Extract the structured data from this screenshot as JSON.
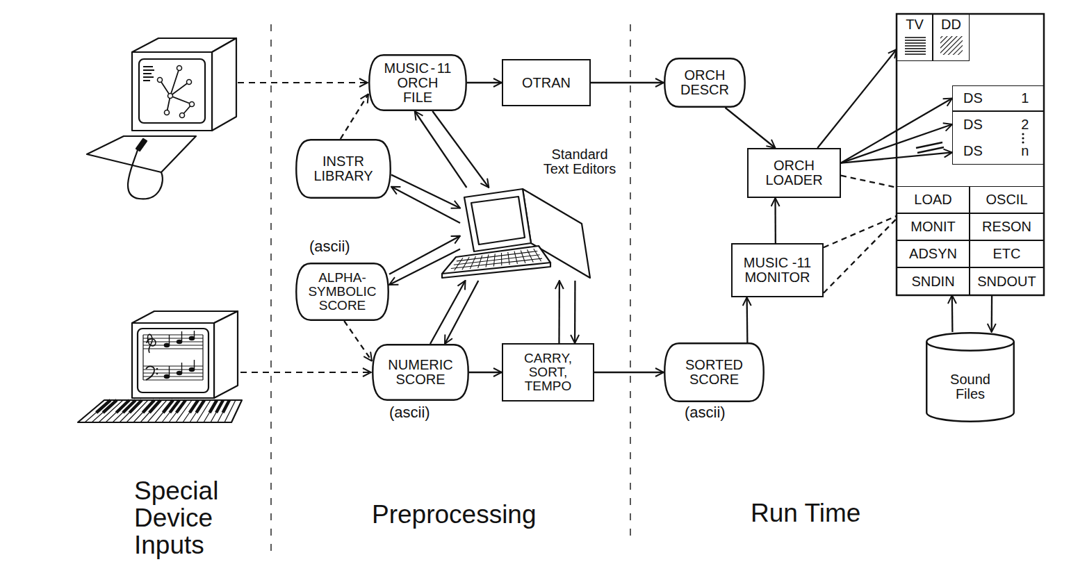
{
  "diagram": {
    "nodes": [
      {
        "text": [
          "MUSIC - 11 ORCH FILE"
        ]
      },
      {
        "text": [
          "OTRAN"
        ]
      },
      {
        "text": [
          "ORCH DESCR"
        ]
      },
      {
        "text": [
          "INSTR LIBRARY"
        ]
      },
      {
        "text": [
          "Standard Text Editors"
        ]
      },
      {
        "text": [
          "ALPHA- SYMBOLIC SCORE"
        ]
      },
      {
        "text": [
          "NUMERIC SCORE"
        ]
      },
      {
        "text": [
          "CARRY, SORT, TEMPO"
        ]
      },
      {
        "text": [
          "SORTED SCORE"
        ]
      },
      {
        "text": [
          "ORCH LOADER"
        ]
      },
      {
        "text": [
          "MUSIC -11 MONITOR"
        ]
      },
      {
        "text": [
          "TV"
        ]
      },
      {
        "text": [
          "DD"
        ]
      },
      {
        "text": [
          "DS 1"
        ]
      },
      {
        "text": [
          "DS 2"
        ]
      },
      {
        "text": [
          "DS n"
        ]
      },
      {
        "text": [
          "LOAD"
        ]
      },
      {
        "text": [
          "OSCIL"
        ]
      },
      {
        "text": [
          "MONIT"
        ]
      },
      {
        "text": [
          "RESON"
        ]
      },
      {
        "text": [
          "ADSYN"
        ]
      },
      {
        "text": [
          "ETC"
        ]
      },
      {
        "text": [
          "SNDIN"
        ]
      },
      {
        "text": [
          "SNDOUT"
        ]
      },
      {
        "text": [
          "Sound Files"
        ]
      }
    ],
    "edges": [
      {
        "from": 0,
        "to": 1,
        "arrow": "to"
      },
      {
        "from": 1,
        "to": 2,
        "arrow": "to"
      },
      {
        "from": 2,
        "to": 9,
        "arrow": "to"
      },
      {
        "from": 0,
        "to": 4,
        "arrow": "to"
      },
      {
        "from": 4,
        "to": 0,
        "arrow": "to"
      },
      {
        "from": 3,
        "to": 4,
        "arrow": "to"
      },
      {
        "from": 4,
        "to": 3,
        "arrow": "to"
      },
      {
        "from": 5,
        "to": 4,
        "arrow": "to"
      },
      {
        "from": 4,
        "to": 5,
        "arrow": "to"
      },
      {
        "from": 6,
        "to": 4,
        "arrow": "to"
      },
      {
        "from": 4,
        "to": 6,
        "arrow": "to"
      },
      {
        "from": 7,
        "to": 4,
        "arrow": "to"
      },
      {
        "from": 4,
        "to": 7,
        "arrow": "to"
      },
      {
        "from": 3,
        "to": 0,
        "arrow": "to"
      },
      {
        "from": 5,
        "to": 6,
        "arrow": "to"
      },
      {
        "from": 6,
        "to": 7,
        "arrow": "to"
      },
      {
        "from": 7,
        "to": 8,
        "arrow": "to"
      },
      {
        "from": 8,
        "to": 10,
        "arrow": "to"
      },
      {
        "from": 10,
        "to": 9,
        "arrow": "to"
      },
      {
        "from": 9,
        "to": 11,
        "arrow": "to"
      },
      {
        "from": 9,
        "to": 13,
        "arrow": "to"
      },
      {
        "from": 9,
        "to": 14,
        "arrow": "to"
      },
      {
        "from": 9,
        "to": 15,
        "arrow": "to"
      },
      {
        "from": 9,
        "to": 16,
        "arrow": "none"
      },
      {
        "from": 10,
        "to": 18,
        "arrow": "none"
      },
      {
        "from": 10,
        "to": 18,
        "arrow": "none"
      },
      {
        "from": 24,
        "to": 22,
        "arrow": "to"
      },
      {
        "from": 23,
        "to": 24,
        "arrow": "to"
      }
    ],
    "labels": [
      "(ascii)",
      "(ascii)",
      "(ascii)",
      "Special Device Inputs",
      "Preprocessing",
      "Run Time"
    ]
  }
}
